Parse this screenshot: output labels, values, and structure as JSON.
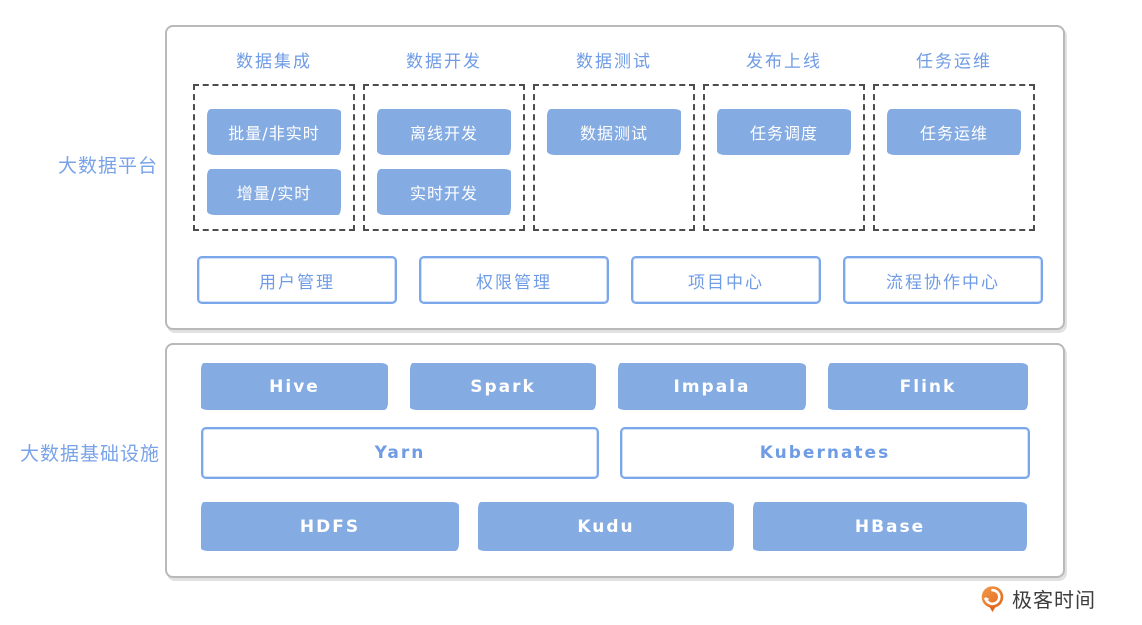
{
  "colors": {
    "fill_blue": "#84abe2",
    "text_blue": "#6f9ce5",
    "outline_blue": "#7aa7ea",
    "dashed_border": "#4d4d4d",
    "panel_border": "#b9b9b9",
    "logo_orange": "#e8722a",
    "logo_text_color": "#3d3d3d"
  },
  "platform": {
    "label": "大数据平台",
    "columns": [
      {
        "header": "数据集成",
        "items": [
          "批量/非实时",
          "增量/实时"
        ]
      },
      {
        "header": "数据开发",
        "items": [
          "离线开发",
          "实时开发"
        ]
      },
      {
        "header": "数据测试",
        "items": [
          "数据测试"
        ]
      },
      {
        "header": "发布上线",
        "items": [
          "任务调度"
        ]
      },
      {
        "header": "任务运维",
        "items": [
          "任务运维"
        ]
      }
    ],
    "services": [
      "用户管理",
      "权限管理",
      "项目中心",
      "流程协作中心"
    ]
  },
  "infrastructure": {
    "label": "大数据基础设施",
    "rows": [
      {
        "type": "filled",
        "items": [
          "Hive",
          "Spark",
          "Impala",
          "Flink"
        ]
      },
      {
        "type": "outlined",
        "items": [
          "Yarn",
          "Kubernates"
        ]
      },
      {
        "type": "filled",
        "items": [
          "HDFS",
          "Kudu",
          "HBase"
        ]
      }
    ]
  },
  "footer": {
    "logo_text": "极客时间"
  }
}
